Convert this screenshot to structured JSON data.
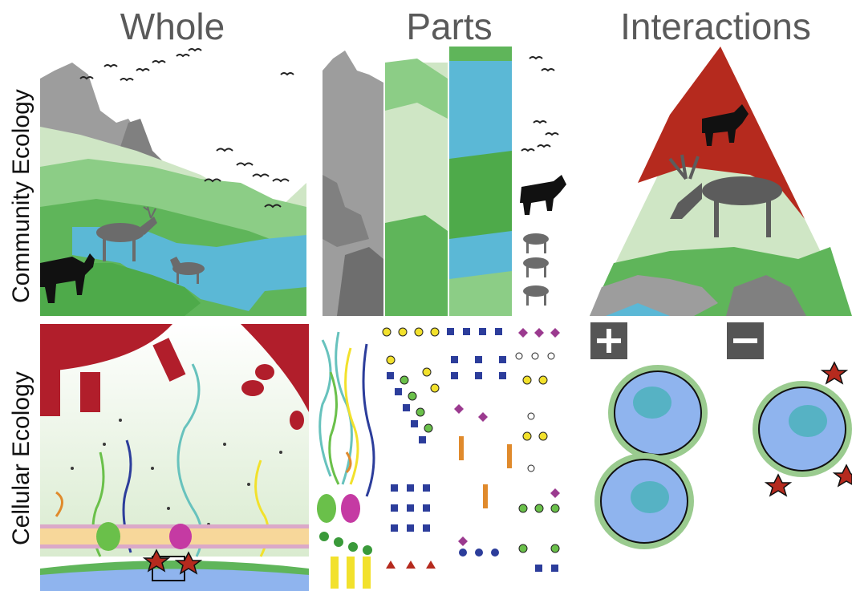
{
  "columns": {
    "whole": "Whole",
    "parts": "Parts",
    "interactions": "Interactions"
  },
  "rows": {
    "community": "Community Ecology",
    "cellular": "Cellular Ecology"
  },
  "colors": {
    "mountain": "#9d9d9d",
    "light_green": "#cfe6c5",
    "green": "#5fb55a",
    "water": "#5bb8d6",
    "red": "#b52a1e",
    "cell_blue": "#8fb4ee",
    "cell_membrane": "#9acb8f",
    "nucleus": "#56b2c4"
  },
  "icons": [
    "plus-icon",
    "minus-icon",
    "wolf-icon",
    "deer-icon",
    "bird-icon",
    "virus-icon",
    "star-icon"
  ]
}
